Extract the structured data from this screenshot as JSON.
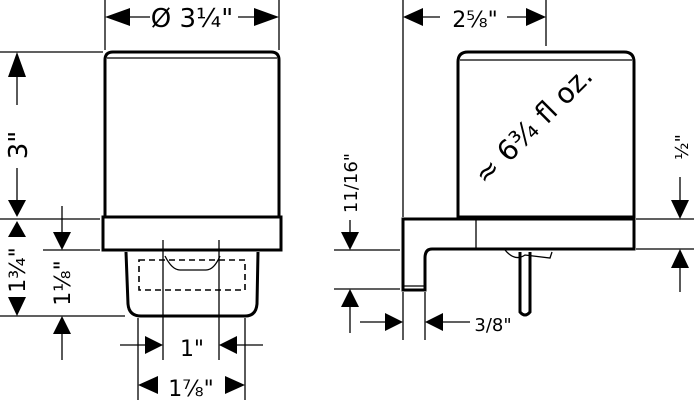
{
  "front_view": {
    "diameter": "Ø 3¼\"",
    "height_body": "3\"",
    "height_base": "1¾\"",
    "height_lower": "1⅛\"",
    "width_inner": "1\"",
    "width_lower": "1⅞\""
  },
  "side_view": {
    "depth": "2⅝\"",
    "spout_height": "11/16\"",
    "spout_width": "3/8\"",
    "band_height": "½\"",
    "capacity": "≈ 6¾ fl oz."
  }
}
